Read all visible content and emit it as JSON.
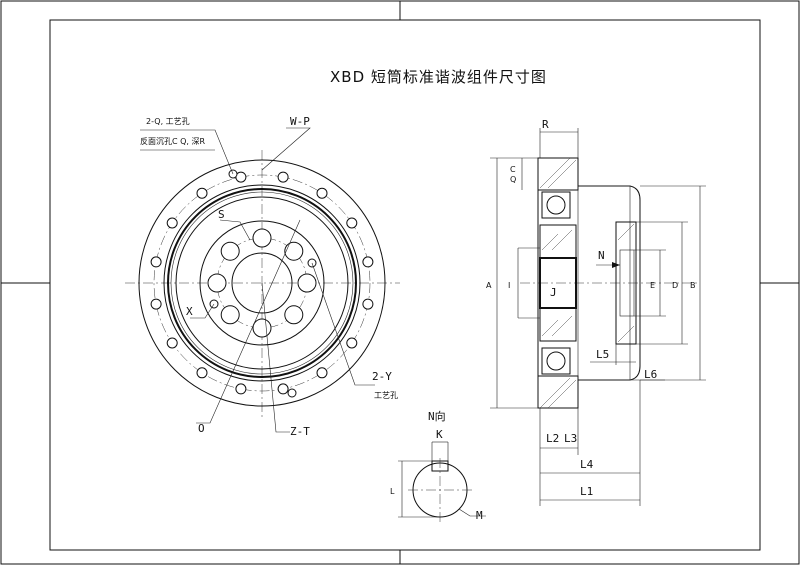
{
  "title": "XBD 短筒标准谐波组件尺寸图",
  "labels": {
    "holes_2q": "2-Q, 工艺孔",
    "holes_reverse": "反面沉孔C Q, 深R",
    "wp": "W-P",
    "s": "S",
    "x": "X",
    "o": "O",
    "zt": "Z-T",
    "two_y": "2-Y",
    "two_y_note": "工艺孔",
    "r": "R",
    "c": "C",
    "q": "Q",
    "a": "A",
    "i": "I",
    "j": "J",
    "n": "N",
    "e": "E",
    "d": "D",
    "b": "B",
    "l5": "L5",
    "l6": "L6",
    "l2": "L2",
    "l3": "L3",
    "l4": "L4",
    "l1": "L1",
    "n_view": "N向",
    "k": "K",
    "l": "L",
    "m": "M"
  }
}
